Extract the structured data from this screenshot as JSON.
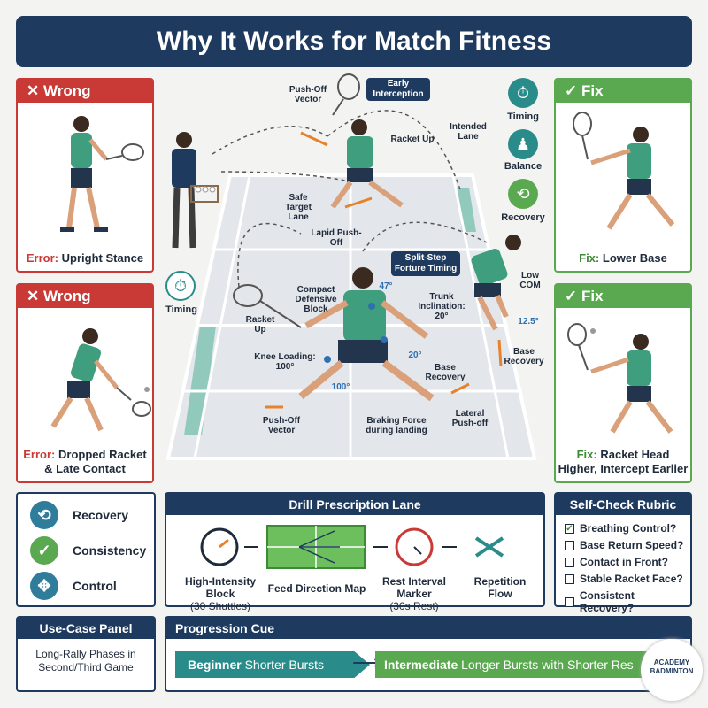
{
  "title": "Why It Works for Match Fitness",
  "wrong_cards": [
    {
      "header": "✕ Wrong",
      "label": "Error:",
      "caption": "Upright Stance"
    },
    {
      "header": "✕ Wrong",
      "label": "Error:",
      "caption": "Dropped Racket & Late Contact"
    }
  ],
  "fix_cards": [
    {
      "header": "✓ Fix",
      "label": "Fix:",
      "caption": "Lower Base"
    },
    {
      "header": "✓ Fix",
      "label": "Fix:",
      "caption": "Racket Head Higher, Intercept Earlier"
    }
  ],
  "court_labels": {
    "push_off_vector_top": "Push-Off Vector",
    "early_interception": "Early Interception",
    "racket_up_top": "Racket Up",
    "intended_lane": "Intended Lane",
    "safe_target_lane": "Safe Target Lane",
    "lapid_push_off": "Lapid Push-Off",
    "split_step": "Split-Step Forture Timing",
    "compact_block": "Compact Defensive Block",
    "angle_47": "47°",
    "trunk_inclination": "Trunk Inclination: 20°",
    "low_com": "Low COM",
    "angle_12": "12.5°",
    "racket_up_mid": "Racket Up",
    "knee_loading": "Knee Loading: 100°",
    "angle_100": "100°",
    "angle_20": "20°",
    "base_recovery_mid": "Base Recovery",
    "base_recovery_right": "Base Recovery",
    "push_off_vector_bottom": "Push-Off Vector",
    "braking_force": "Braking Force during landing",
    "lateral_push_off": "Lateral Push-off",
    "timing_left": "Timing"
  },
  "side_icons": [
    {
      "icon": "stopwatch-icon",
      "label": "Timing"
    },
    {
      "icon": "balance-icon",
      "label": "Balance"
    },
    {
      "icon": "recovery-icon",
      "label": "Recovery"
    }
  ],
  "legend": [
    {
      "label": "Recovery",
      "color": "#2f7d9b"
    },
    {
      "label": "Consistency",
      "color": "#5aa84f"
    },
    {
      "label": "Control",
      "color": "#2f7d9b"
    }
  ],
  "drill": {
    "header": "Drill Prescription Lane",
    "items": [
      {
        "label": "High-Intensity Block",
        "sub": "(30 Shuttles)"
      },
      {
        "label": "Feed Direction Map",
        "sub": ""
      },
      {
        "label": "Rest Interval Marker",
        "sub": "(30s Rest)"
      },
      {
        "label": "Repetition Flow",
        "sub": ""
      }
    ]
  },
  "rubric": {
    "header": "Self-Check Rubric",
    "items": [
      {
        "text": "Breathing Control?",
        "checked": true
      },
      {
        "text": "Base Return Speed?",
        "checked": false
      },
      {
        "text": "Contact in Front?",
        "checked": false
      },
      {
        "text": "Stable Racket Face?",
        "checked": false
      },
      {
        "text": "Consistent Recovery?",
        "checked": false
      }
    ]
  },
  "use_case": {
    "header": "Use-Case Panel",
    "text": "Long-Rally Phases in Second/Third Game"
  },
  "progression": {
    "header": "Progression Cue",
    "beginner_bold": "Beginner",
    "beginner_text": "Shorter Bursts",
    "intermediate_bold": "Intermediate",
    "intermediate_text": "Longer Bursts with Shorter Res"
  },
  "logo_text": "ACADEMY BADMINTON",
  "colors": {
    "navy": "#1e3a5f",
    "red": "#c93a36",
    "green": "#5aa84f",
    "teal": "#2a8c8a"
  }
}
